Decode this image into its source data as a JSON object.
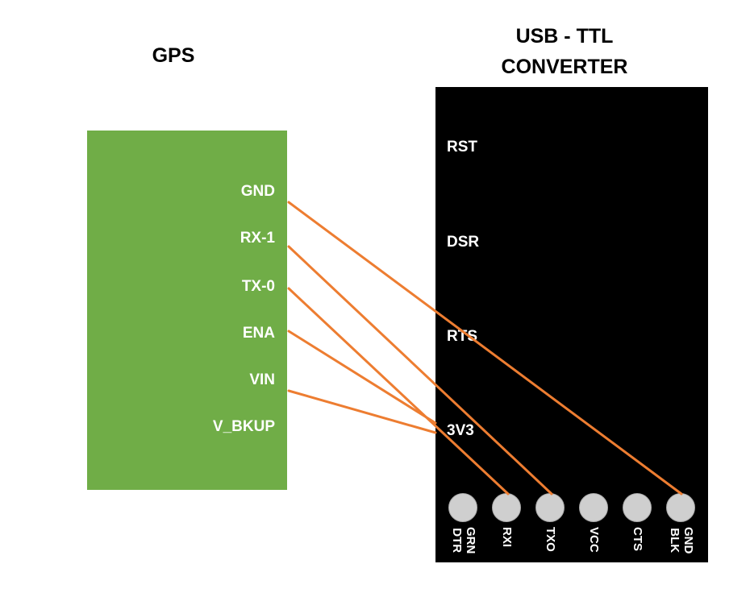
{
  "titles": {
    "gps": "GPS",
    "usb_line1": "USB - TTL",
    "usb_line2": "CONVERTER"
  },
  "gps_pins": [
    "GND",
    "RX-1",
    "TX-0",
    "ENA",
    "VIN",
    "V_BKUP"
  ],
  "usb_side_pins": [
    "RST",
    "DSR",
    "RTS",
    "3V3"
  ],
  "usb_header_pins": [
    {
      "line1": "GRN",
      "line2": "DTR"
    },
    {
      "line1": "RXI",
      "line2": ""
    },
    {
      "line1": "TXO",
      "line2": ""
    },
    {
      "line1": "VCC",
      "line2": ""
    },
    {
      "line1": "CTS",
      "line2": ""
    },
    {
      "line1": "GND",
      "line2": "BLK"
    }
  ],
  "connections": [
    {
      "from": "GND",
      "to": "GND BLK"
    },
    {
      "from": "RX-1",
      "to": "TXO"
    },
    {
      "from": "TX-0",
      "to": "RXI"
    },
    {
      "from": "ENA",
      "to": "3V3"
    },
    {
      "from": "VIN",
      "to": "3V3"
    }
  ],
  "colors": {
    "gps_board": "#70ad47",
    "usb_board": "#000000",
    "wire": "#ed7d31",
    "header_pin": "#cfcfcf"
  }
}
